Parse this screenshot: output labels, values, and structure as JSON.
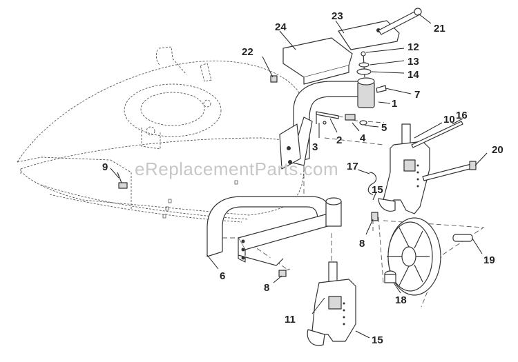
{
  "watermark": "eReplacementParts.com",
  "callouts": [
    {
      "id": "c1",
      "label": "1"
    },
    {
      "id": "c2",
      "label": "2"
    },
    {
      "id": "c3",
      "label": "3"
    },
    {
      "id": "c4",
      "label": "4"
    },
    {
      "id": "c5",
      "label": "5"
    },
    {
      "id": "c6",
      "label": "6"
    },
    {
      "id": "c7",
      "label": "7"
    },
    {
      "id": "c8a",
      "label": "8"
    },
    {
      "id": "c8b",
      "label": "8"
    },
    {
      "id": "c9",
      "label": "9"
    },
    {
      "id": "c10",
      "label": "10"
    },
    {
      "id": "c11",
      "label": "11"
    },
    {
      "id": "c12",
      "label": "12"
    },
    {
      "id": "c13",
      "label": "13"
    },
    {
      "id": "c14",
      "label": "14"
    },
    {
      "id": "c15a",
      "label": "15"
    },
    {
      "id": "c15b",
      "label": "15"
    },
    {
      "id": "c16",
      "label": "16"
    },
    {
      "id": "c17",
      "label": "17"
    },
    {
      "id": "c18",
      "label": "18"
    },
    {
      "id": "c19",
      "label": "19"
    },
    {
      "id": "c20",
      "label": "20"
    },
    {
      "id": "c21",
      "label": "21"
    },
    {
      "id": "c22",
      "label": "22"
    },
    {
      "id": "c23",
      "label": "23"
    },
    {
      "id": "c24",
      "label": "24"
    }
  ]
}
